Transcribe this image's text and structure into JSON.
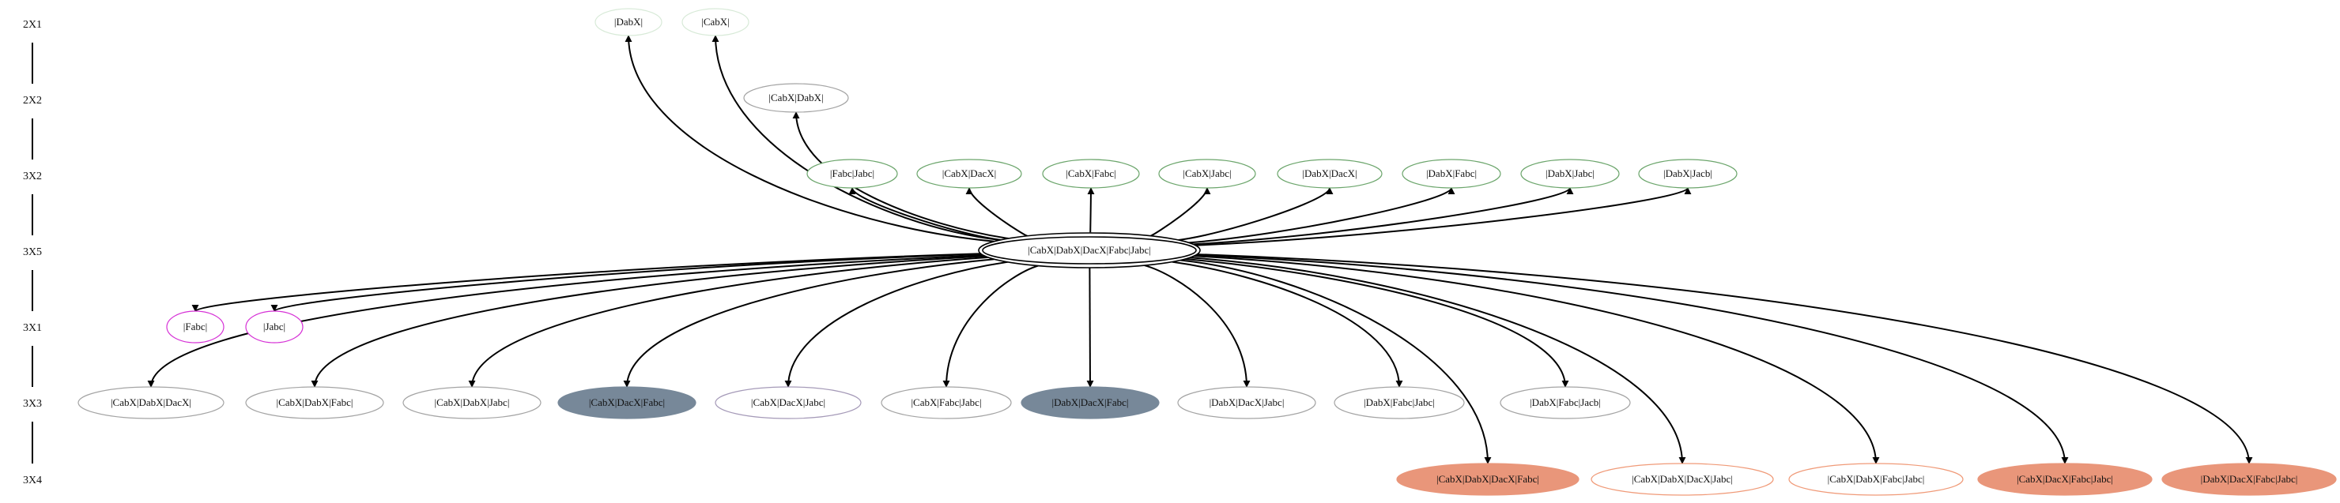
{
  "colors": {
    "edge": "#000000",
    "gray_fill": "#778899",
    "salmon_fill": "#e9967a",
    "green_border": "#6ba56b",
    "pale_green_border": "#d8ead8",
    "gray_border": "#a4a4a4",
    "purple_border": "#d631d6",
    "salmon_border": "#f09a78",
    "lavender_border": "#a59ab8",
    "center_border": "#000000"
  },
  "ranks": [
    "2X1",
    "2X2",
    "3X2",
    "3X5",
    "3X1",
    "3X3",
    "3X4"
  ],
  "nodes": [
    {
      "id": "n_dabx",
      "label": "|DabX|",
      "style": "pale_green_border"
    },
    {
      "id": "n_cabx",
      "label": "|CabX|",
      "style": "pale_green_border"
    },
    {
      "id": "n_cabx_dabx",
      "label": "|CabX|DabX|",
      "style": "gray_border"
    },
    {
      "id": "n_fabc_jabc",
      "label": "|Fabc|Jabc|",
      "style": "green_border"
    },
    {
      "id": "n_cabx_dacx",
      "label": "|CabX|DacX|",
      "style": "green_border"
    },
    {
      "id": "n_cabx_fabc",
      "label": "|CabX|Fabc|",
      "style": "green_border"
    },
    {
      "id": "n_cabx_jabc",
      "label": "|CabX|Jabc|",
      "style": "green_border"
    },
    {
      "id": "n_dabx_dacx",
      "label": "|DabX|DacX|",
      "style": "green_border"
    },
    {
      "id": "n_dabx_fabc",
      "label": "|DabX|Fabc|",
      "style": "green_border"
    },
    {
      "id": "n_dabx_jabc",
      "label": "|DabX|Jabc|",
      "style": "green_border"
    },
    {
      "id": "n_dabx_jacb",
      "label": "|DabX|Jacb|",
      "style": "green_border"
    },
    {
      "id": "n_center",
      "label": "|CabX|DabX|DacX|Fabc|Jabc|",
      "style": "center"
    },
    {
      "id": "n_fabc",
      "label": "|Fabc|",
      "style": "purple_border"
    },
    {
      "id": "n_jabc",
      "label": "|Jabc|",
      "style": "purple_border"
    },
    {
      "id": "n_cabx_dabx_dacx",
      "label": "|CabX|DabX|DacX|",
      "style": "gray_border"
    },
    {
      "id": "n_cabx_dabx_fabc",
      "label": "|CabX|DabX|Fabc|",
      "style": "gray_border"
    },
    {
      "id": "n_cabx_dabx_jabc",
      "label": "|CabX|DabX|Jabc|",
      "style": "gray_border"
    },
    {
      "id": "n_cabx_dacx_fabc",
      "label": "|CabX|DacX|Fabc|",
      "style": "gray_fill"
    },
    {
      "id": "n_cabx_dacx_jabc",
      "label": "|CabX|DacX|Jabc|",
      "style": "lavender_border"
    },
    {
      "id": "n_cabx_fabc_jabc",
      "label": "|CabX|Fabc|Jabc|",
      "style": "gray_border"
    },
    {
      "id": "n_dabx_dacx_fabc",
      "label": "|DabX|DacX|Fabc|",
      "style": "gray_fill"
    },
    {
      "id": "n_dabx_dacx_jabc",
      "label": "|DabX|DacX|Jabc|",
      "style": "gray_border"
    },
    {
      "id": "n_dabx_fabc_jabc",
      "label": "|DabX|Fabc|Jabc|",
      "style": "gray_border"
    },
    {
      "id": "n_dabx_fabc_jacb",
      "label": "|DabX|Fabc|Jacb|",
      "style": "gray_border"
    },
    {
      "id": "n_cabx_dabx_dacx_fabc",
      "label": "|CabX|DabX|DacX|Fabc|",
      "style": "salmon_fill"
    },
    {
      "id": "n_cabx_dabx_dacx_jabc",
      "label": "|CabX|DabX|DacX|Jabc|",
      "style": "salmon_border"
    },
    {
      "id": "n_cabx_dabx_fabc_jabc",
      "label": "|CabX|DabX|Fabc|Jabc|",
      "style": "salmon_border"
    },
    {
      "id": "n_cabx_dacx_fabc_jabc",
      "label": "|CabX|DacX|Fabc|Jabc|",
      "style": "salmon_fill"
    },
    {
      "id": "n_dabx_dacx_fabc_jabc",
      "label": "|DabX|DacX|Fabc|Jabc|",
      "style": "salmon_fill"
    }
  ],
  "edges": [
    {
      "from": "n_center",
      "to": "n_dabx"
    },
    {
      "from": "n_center",
      "to": "n_cabx"
    },
    {
      "from": "n_center",
      "to": "n_cabx_dabx"
    },
    {
      "from": "n_center",
      "to": "n_fabc_jabc"
    },
    {
      "from": "n_center",
      "to": "n_cabx_dacx"
    },
    {
      "from": "n_center",
      "to": "n_cabx_fabc"
    },
    {
      "from": "n_center",
      "to": "n_cabx_jabc"
    },
    {
      "from": "n_center",
      "to": "n_dabx_dacx"
    },
    {
      "from": "n_center",
      "to": "n_dabx_fabc"
    },
    {
      "from": "n_center",
      "to": "n_dabx_jabc"
    },
    {
      "from": "n_center",
      "to": "n_dabx_jacb"
    },
    {
      "from": "n_center",
      "to": "n_fabc"
    },
    {
      "from": "n_center",
      "to": "n_jabc"
    },
    {
      "from": "n_center",
      "to": "n_cabx_dabx_dacx"
    },
    {
      "from": "n_center",
      "to": "n_cabx_dabx_fabc"
    },
    {
      "from": "n_center",
      "to": "n_cabx_dabx_jabc"
    },
    {
      "from": "n_center",
      "to": "n_cabx_dacx_fabc"
    },
    {
      "from": "n_center",
      "to": "n_cabx_dacx_jabc"
    },
    {
      "from": "n_center",
      "to": "n_cabx_fabc_jabc"
    },
    {
      "from": "n_center",
      "to": "n_dabx_dacx_fabc"
    },
    {
      "from": "n_center",
      "to": "n_dabx_dacx_jabc"
    },
    {
      "from": "n_center",
      "to": "n_dabx_fabc_jabc"
    },
    {
      "from": "n_center",
      "to": "n_dabx_fabc_jacb"
    },
    {
      "from": "n_center",
      "to": "n_cabx_dabx_dacx_fabc"
    },
    {
      "from": "n_center",
      "to": "n_cabx_dabx_dacx_jabc"
    },
    {
      "from": "n_center",
      "to": "n_cabx_dabx_fabc_jabc"
    },
    {
      "from": "n_center",
      "to": "n_cabx_dacx_fabc_jabc"
    },
    {
      "from": "n_center",
      "to": "n_dabx_dacx_fabc_jabc"
    }
  ]
}
